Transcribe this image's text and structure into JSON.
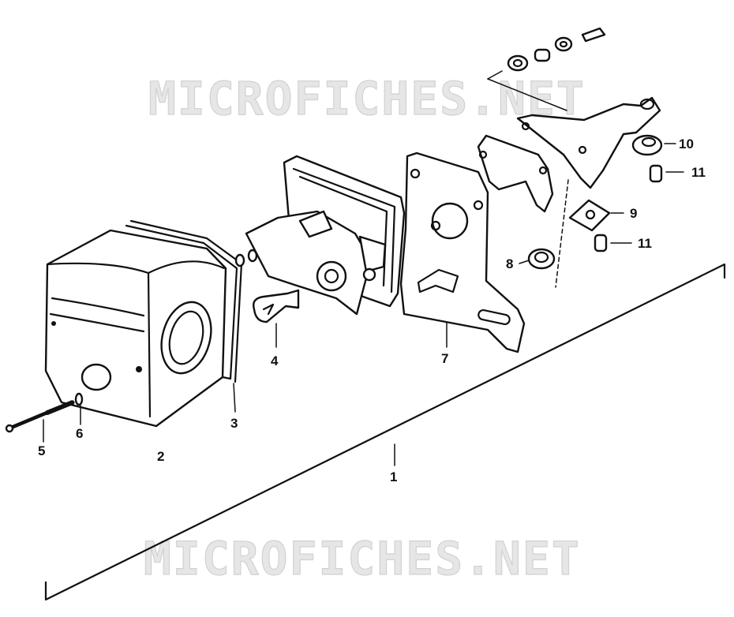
{
  "watermark": {
    "top": "MICROFICHES.NET",
    "bottom": "MICROFICHES.NET"
  },
  "callouts": {
    "p1": "1",
    "p2": "2",
    "p3": "3",
    "p4": "4",
    "p5": "5",
    "p6": "6",
    "p7": "7",
    "p8": "8",
    "p9": "9",
    "p10": "10",
    "p11a": "11",
    "p11b": "11"
  }
}
